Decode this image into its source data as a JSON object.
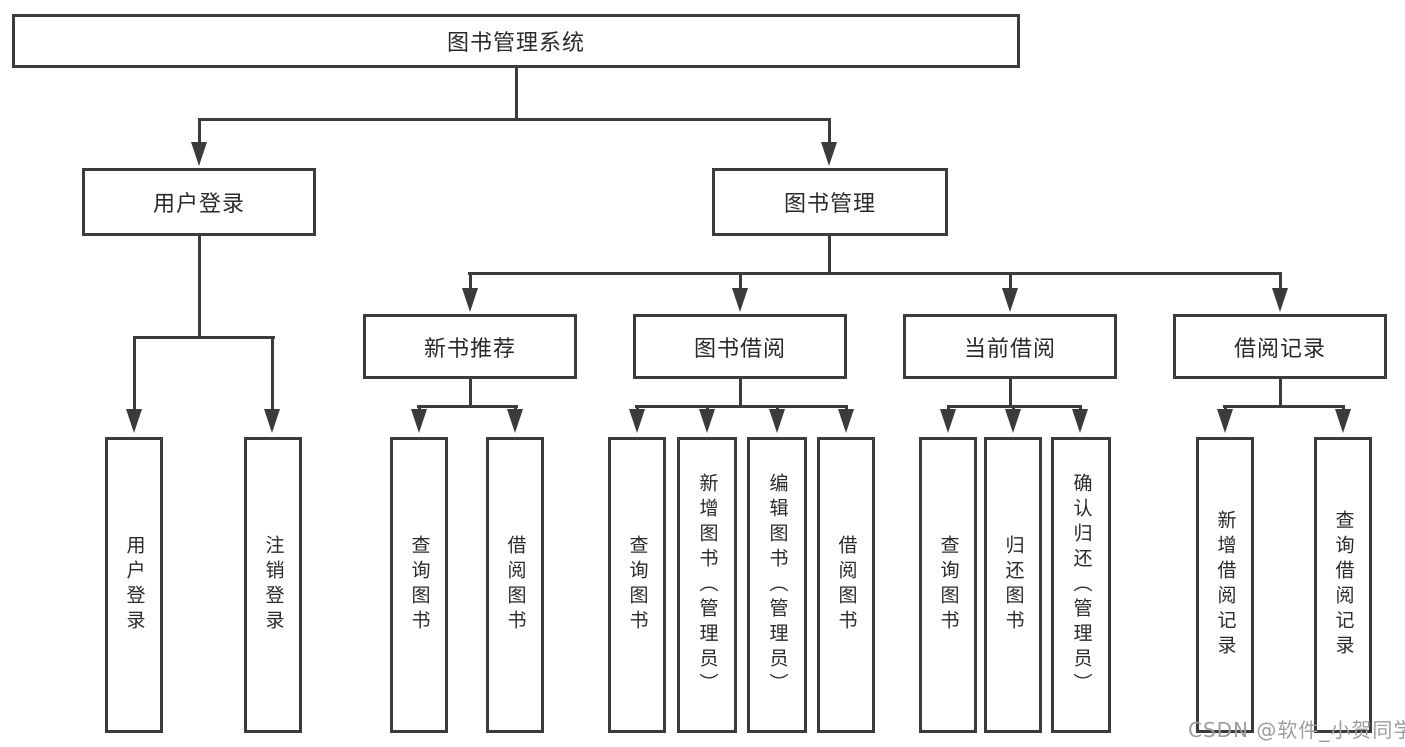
{
  "diagram": {
    "root": {
      "label": "图书管理系统"
    },
    "branches": [
      {
        "label": "用户登录",
        "children": [
          {
            "label": "用户登录"
          },
          {
            "label": "注销登录"
          }
        ]
      },
      {
        "label": "图书管理",
        "children": [
          {
            "label": "新书推荐",
            "children": [
              {
                "label": "查询图书"
              },
              {
                "label": "借阅图书"
              }
            ]
          },
          {
            "label": "图书借阅",
            "children": [
              {
                "label": "查询图书"
              },
              {
                "label": "新增图书（管理员）"
              },
              {
                "label": "编辑图书（管理员）"
              },
              {
                "label": "借阅图书"
              }
            ]
          },
          {
            "label": "当前借阅",
            "children": [
              {
                "label": "查询图书"
              },
              {
                "label": "归还图书"
              },
              {
                "label": "确认归还（管理员）"
              }
            ]
          },
          {
            "label": "借阅记录",
            "children": [
              {
                "label": "新增借阅记录"
              },
              {
                "label": "查询借阅记录"
              }
            ]
          }
        ]
      }
    ],
    "watermark": "CSDN @软件_小贺同学",
    "colors": {
      "line": "#3b3b3b",
      "text": "#2a2a2a",
      "watermark": "#9e9e9e",
      "background": "#ffffff"
    }
  }
}
